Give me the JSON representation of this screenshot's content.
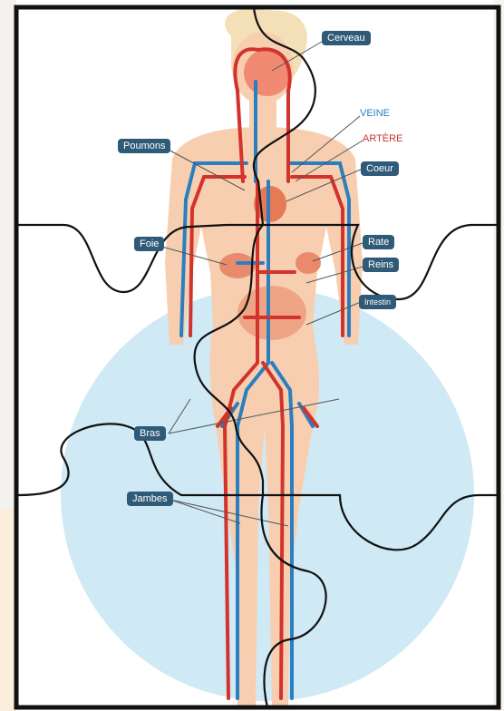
{
  "labels": {
    "cerveau": "Cerveau",
    "veine": "VEINE",
    "artere": "ARTÈRE",
    "poumons": "Poumons",
    "coeur": "Coeur",
    "foie": "Foie",
    "rate": "Rate",
    "reins": "Reins",
    "intestin": "Intestin",
    "bras": "Bras",
    "jambes": "Jambes"
  },
  "colors": {
    "vein": "#2a7fc1",
    "artery": "#d2332c",
    "label_bg": "#2f5b78",
    "skin": "#f7cfb0",
    "circle": "#cfe9f5",
    "puzzle_line": "#111111"
  }
}
